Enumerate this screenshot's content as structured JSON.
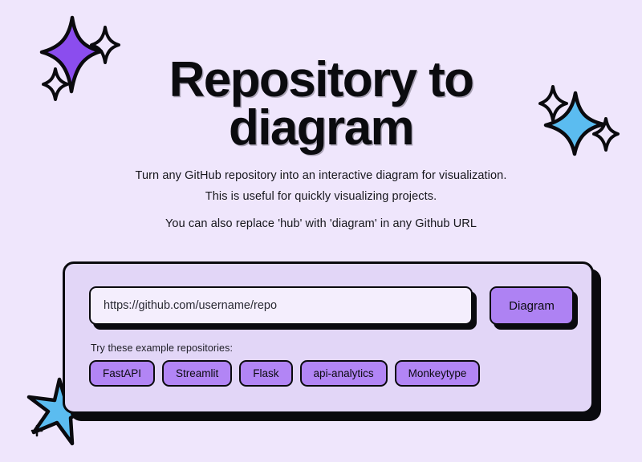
{
  "page": {
    "background_color": "#EFE6FC",
    "accent_purple": "#AE82F3",
    "accent_blue": "#5BBCF0",
    "ink": "#0A0A0E"
  },
  "header": {
    "title_line1": "Repository to",
    "title_line2": "diagram"
  },
  "description": {
    "line1": "Turn any GitHub repository into an interactive diagram for visualization.",
    "line2": "This is useful for quickly visualizing projects.",
    "line3": "You can also replace 'hub' with 'diagram' in any Github URL"
  },
  "form": {
    "input_placeholder": "https://github.com/username/repo",
    "input_value": "",
    "submit_label": "Diagram"
  },
  "examples": {
    "label": "Try these example repositories:",
    "items": [
      {
        "label": "FastAPI"
      },
      {
        "label": "Streamlit"
      },
      {
        "label": "Flask"
      },
      {
        "label": "api-analytics"
      },
      {
        "label": "Monkeytype"
      }
    ]
  },
  "decorations": [
    {
      "name": "sparkle-cluster-purple",
      "color": "#8B4DEE",
      "position": "top-left"
    },
    {
      "name": "sparkle-cluster-blue",
      "color": "#5BBCF0",
      "position": "top-right"
    },
    {
      "name": "star-blue",
      "color": "#5BBCF0",
      "position": "bottom-left"
    }
  ]
}
